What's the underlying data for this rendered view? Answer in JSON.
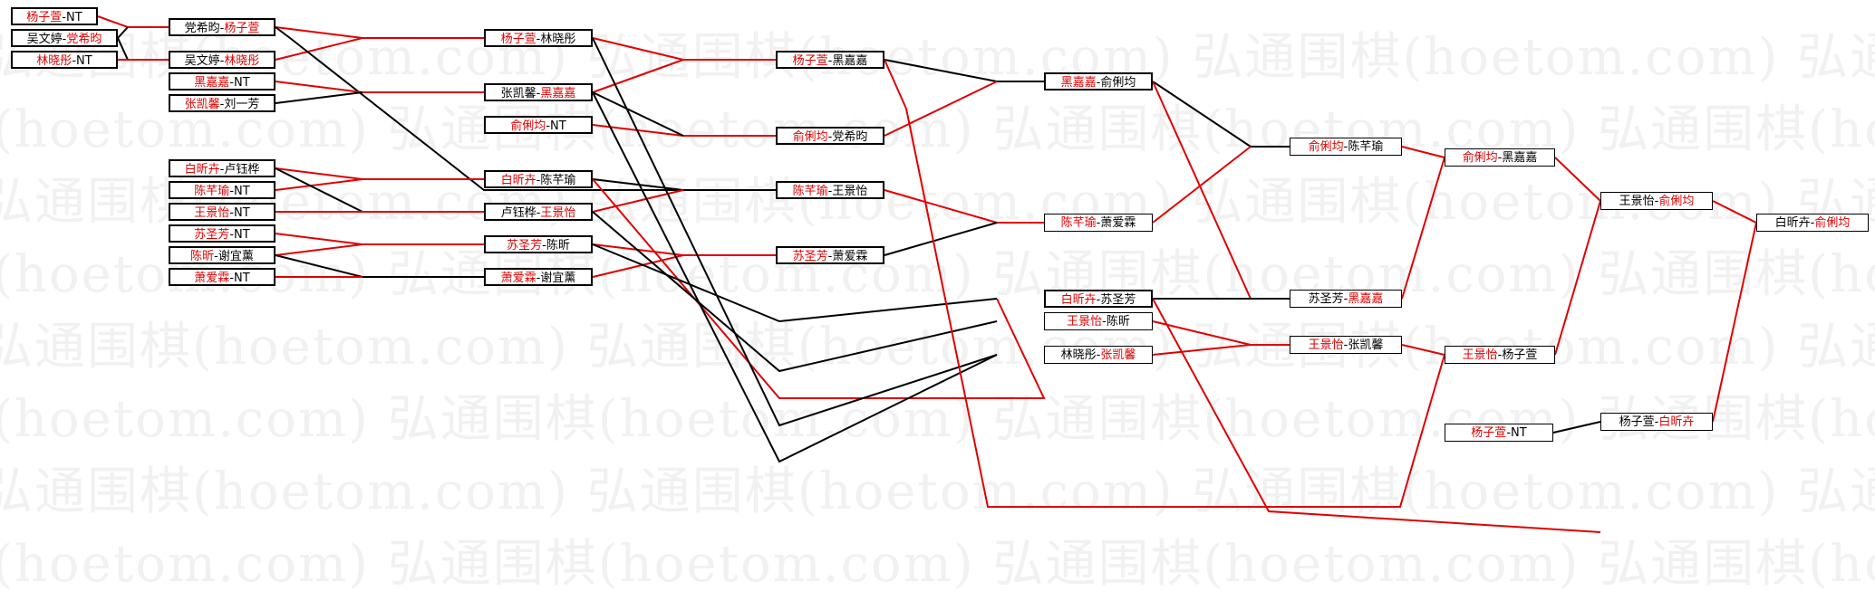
{
  "watermark": "弘通围棋(hoetom.com) 弘通围棋(hoetom.com) 弘通围棋(hoetom.com) 弘通围棋(hoetom.com)",
  "colors": {
    "winner": "#e00000",
    "loser_line": "#000000",
    "background": "#ffffff"
  },
  "matches": [
    {
      "p1": "杨子萱",
      "p2": "NT",
      "w": 1
    },
    {
      "p1": "吴文婷",
      "p2": "党希昀",
      "w": 2
    },
    {
      "p1": "林晓彤",
      "p2": "NT",
      "w": 1
    },
    {
      "p1": "党希昀",
      "p2": "杨子萱",
      "w": 2
    },
    {
      "p1": "吴文婷",
      "p2": "林晓彤",
      "w": 2
    },
    {
      "p1": "黑嘉嘉",
      "p2": "NT",
      "w": 1
    },
    {
      "p1": "张凯馨",
      "p2": "刘一芳",
      "w": 1
    },
    {
      "p1": "白昕卉",
      "p2": "卢钰桦",
      "w": 1
    },
    {
      "p1": "陈芊瑜",
      "p2": "NT",
      "w": 1
    },
    {
      "p1": "王景怡",
      "p2": "NT",
      "w": 1
    },
    {
      "p1": "苏圣芳",
      "p2": "NT",
      "w": 1
    },
    {
      "p1": "陈昕",
      "p2": "谢宜薰",
      "w": 1
    },
    {
      "p1": "萧爱霖",
      "p2": "NT",
      "w": 1
    },
    {
      "p1": "杨子萱",
      "p2": "林晓彤",
      "w": 1
    },
    {
      "p1": "张凯馨",
      "p2": "黑嘉嘉",
      "w": 2
    },
    {
      "p1": "俞俐均",
      "p2": "NT",
      "w": 1
    },
    {
      "p1": "白昕卉",
      "p2": "陈芊瑜",
      "w": 1
    },
    {
      "p1": "卢钰桦",
      "p2": "王景怡",
      "w": 2
    },
    {
      "p1": "苏圣芳",
      "p2": "陈昕",
      "w": 1
    },
    {
      "p1": "萧爱霖",
      "p2": "谢宜薰",
      "w": 1
    },
    {
      "p1": "杨子萱",
      "p2": "黑嘉嘉",
      "w": 1
    },
    {
      "p1": "俞俐均",
      "p2": "党希昀",
      "w": 1
    },
    {
      "p1": "陈芊瑜",
      "p2": "王景怡",
      "w": 1
    },
    {
      "p1": "苏圣芳",
      "p2": "萧爱霖",
      "w": 1
    },
    {
      "p1": "黑嘉嘉",
      "p2": "俞俐均",
      "w": 1
    },
    {
      "p1": "陈芊瑜",
      "p2": "萧爱霖",
      "w": 1
    },
    {
      "p1": "白昕卉",
      "p2": "苏圣芳",
      "w": 1
    },
    {
      "p1": "王景怡",
      "p2": "陈昕",
      "w": 1
    },
    {
      "p1": "林晓彤",
      "p2": "张凯馨",
      "w": 2
    },
    {
      "p1": "俞俐均",
      "p2": "陈芊瑜",
      "w": 1
    },
    {
      "p1": "苏圣芳",
      "p2": "黑嘉嘉",
      "w": 2
    },
    {
      "p1": "王景怡",
      "p2": "张凯馨",
      "w": 1
    },
    {
      "p1": "俞俐均",
      "p2": "黑嘉嘉",
      "w": 1
    },
    {
      "p1": "王景怡",
      "p2": "杨子萱",
      "w": 1
    },
    {
      "p1": "杨子萱",
      "p2": "NT",
      "w": 1
    },
    {
      "p1": "王景怡",
      "p2": "俞俐均",
      "w": 2
    },
    {
      "p1": "杨子萱",
      "p2": "白昕卉",
      "w": 2
    },
    {
      "p1": "白昕卉",
      "p2": "俞俐均",
      "w": 2
    }
  ]
}
